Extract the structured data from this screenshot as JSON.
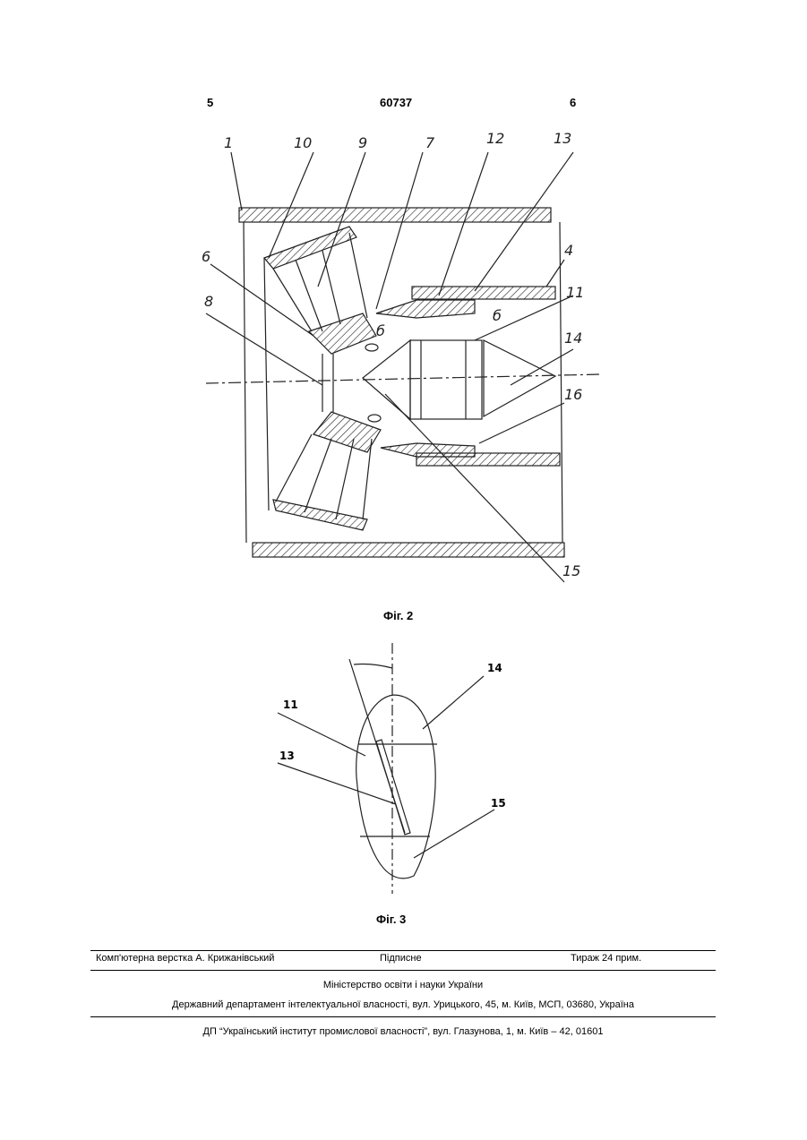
{
  "header": {
    "left_page": "5",
    "patent_number": "60737",
    "right_page": "6"
  },
  "figure2": {
    "caption": "Фіг. 2",
    "labels": [
      "1",
      "10",
      "9",
      "7",
      "12",
      "13",
      "4",
      "6",
      "8",
      "11",
      "б",
      "б",
      "14",
      "16",
      "15"
    ]
  },
  "figure3": {
    "caption": "Фіг. 3",
    "labels": [
      "11",
      "13",
      "14",
      "15"
    ]
  },
  "footer": {
    "editor": "Комп'ютерна верстка А. Крижанівський",
    "signed": "Підписне",
    "print_run": "Тираж 24 прим.",
    "ministry": "Міністерство освіти і науки України",
    "department": "Державний департамент інтелектуальної власності, вул. Урицького, 45, м. Київ, МСП, 03680, Україна",
    "institute": "ДП “Український інститут промислової власності”, вул. Глазунова, 1, м. Київ – 42, 01601"
  }
}
